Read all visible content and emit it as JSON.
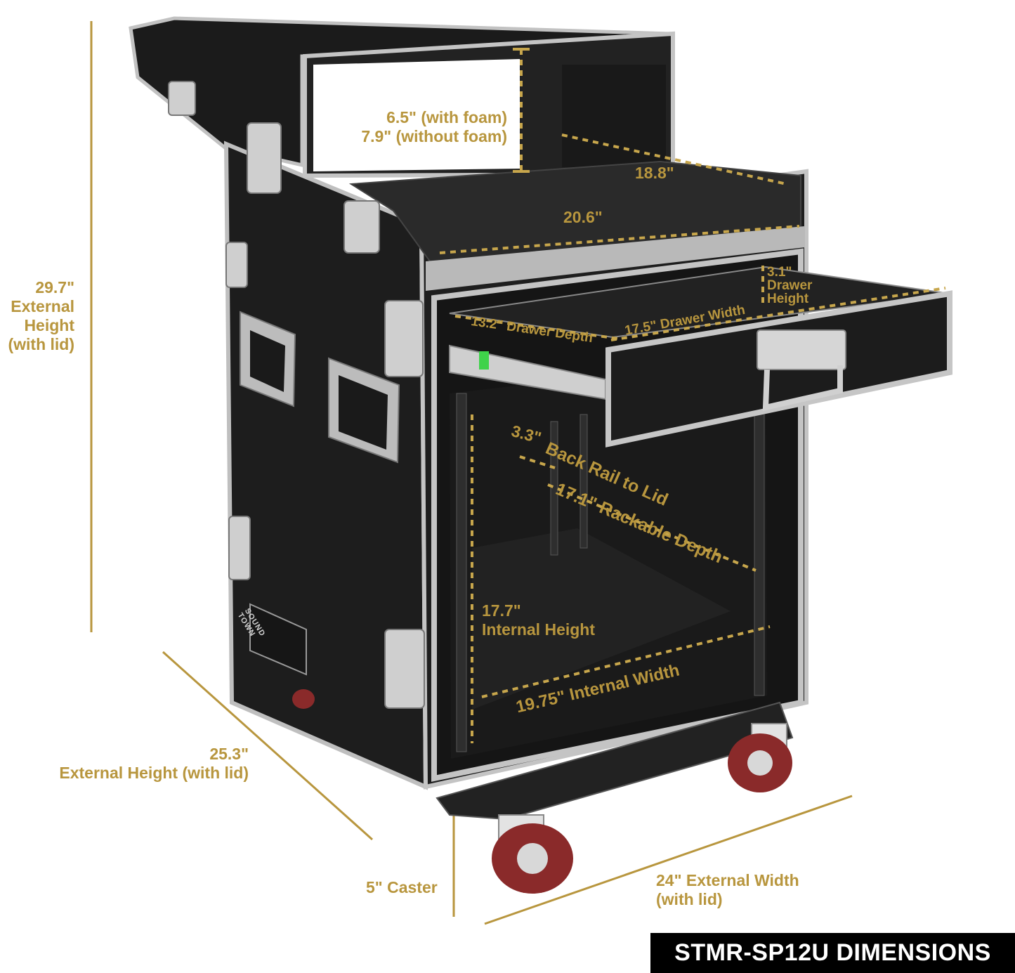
{
  "colors": {
    "accent": "#b8963e",
    "case_black": "#1c1c1c",
    "foam": "#262626",
    "aluminum_trim": "#bdbdbd",
    "caster_wheel": "#8a2a2a",
    "banner_bg": "#000000",
    "banner_text": "#ffffff",
    "latch_green": "#3fd24a"
  },
  "icons": [
    "case-latch-icon",
    "recessed-handle-icon",
    "caster-wheel-icon",
    "drawer-slide-icon",
    "brand-logo-icon"
  ],
  "brand": "SOUND TOWN",
  "dimensions": {
    "external_height": [
      "29.7\"",
      "External",
      "Height",
      "(with lid)"
    ],
    "top_foam": [
      "6.5\" (with foam)",
      "7.9\" (without foam)"
    ],
    "shelf_depth": "18.8\"",
    "shelf_width": "20.6\"",
    "drawer_height": [
      "3.1\"",
      "Drawer",
      "Height"
    ],
    "drawer_width": "17.5\" Drawer Width",
    "drawer_depth": "13.2\" Drawer Depth",
    "rail_to_lid": "3.3\"",
    "rail_to_lid_label": "Back Rail to Lid",
    "rackable_depth": "17.1\" Rackable Depth",
    "internal_height": [
      "17.7\"",
      "Internal Height"
    ],
    "internal_width": "19.75\" Internal Width",
    "external_depth": [
      "25.3\"",
      "External Height (with lid)"
    ],
    "caster": "5\" Caster",
    "external_width": [
      "24\" External Width",
      "(with lid)"
    ]
  },
  "model_banner": "STMR-SP12U DIMENSIONS"
}
